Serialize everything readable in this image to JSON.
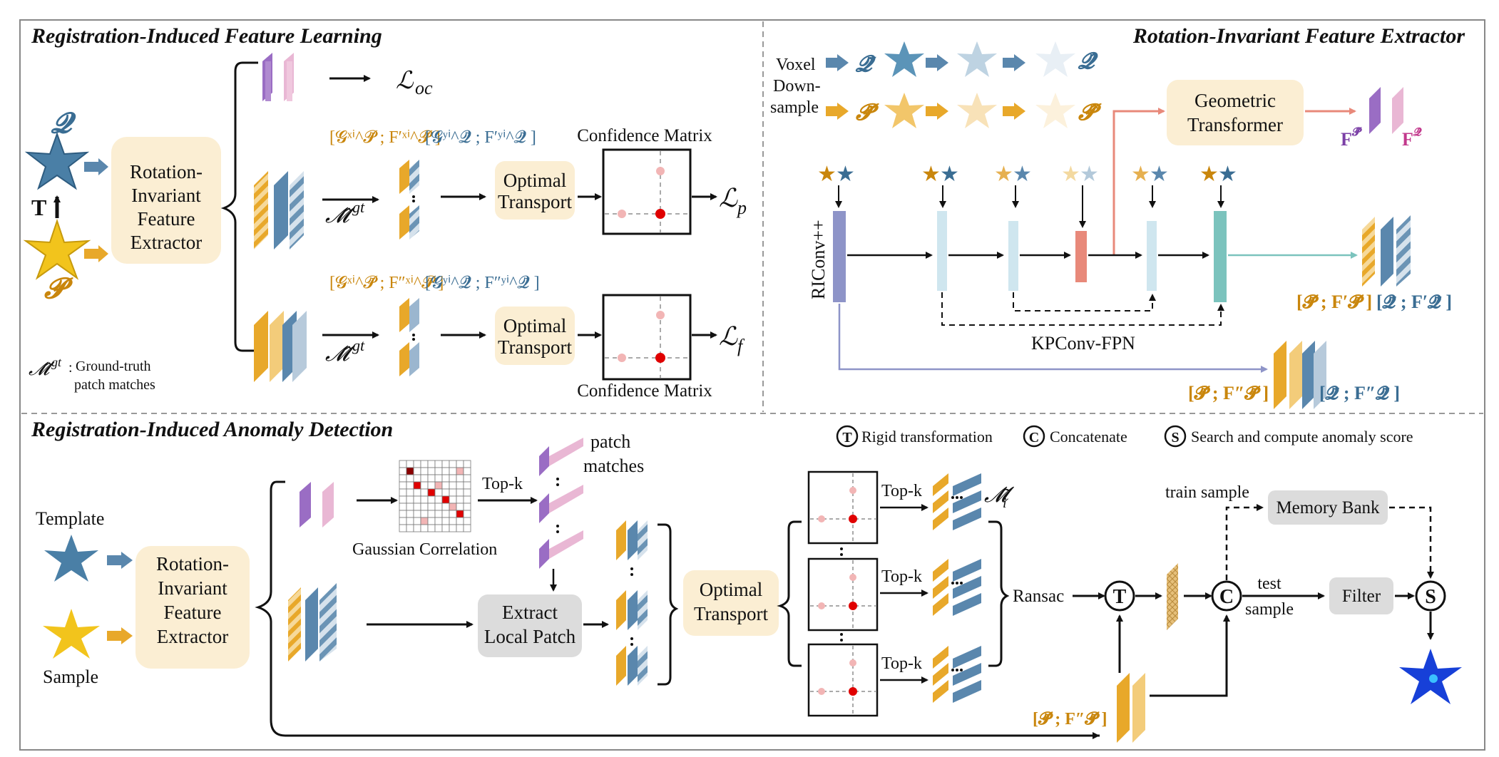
{
  "sections": {
    "top_left": "Registration-Induced  Feature Learning",
    "top_right": "Rotation-Invariant Feature Extractor",
    "bottom": "Registration-Induced  Anomaly Detection"
  },
  "feature_learning": {
    "rife_box": "Rotation-\nInvariant\nFeature\nExtractor",
    "Q": "𝓠",
    "P": "𝓟",
    "T": "T",
    "loss_oc": "ℒ",
    "loss_oc_sub": "oc",
    "loss_p": "ℒ",
    "loss_p_sub": "p",
    "loss_f": "ℒ",
    "loss_f_sub": "f",
    "mgt": "𝓜̂",
    "mgt_sup": "gt",
    "ot_box": "Optimal\nTransport",
    "confidence_matrix": "Confidence Matrix",
    "feat_row1_left": "[𝓖",
    "feat_row1_left_full": "[𝓖ˣⁱ^𝓟̃ ; F′ˣⁱ^𝓟̃ ]",
    "feat_row1_right_full": "[𝓖ʸⁱ^𝓠̃ ; F′ʸⁱ^𝓠̃ ]",
    "feat_row2_left_full": "[𝓖ˣⁱ^𝓟̃ ; F″ˣⁱ^𝓟̃ ]",
    "feat_row2_right_full": "[𝓖ʸⁱ^𝓠̃ ; F″ʸⁱ^𝓠̃ ]",
    "legend_mgt_label": "Ground-truth",
    "legend_mgt_label2": "patch matches"
  },
  "extractor": {
    "voxel_label": "Voxel",
    "down_label": "Down-",
    "sample_label": "sample",
    "Q_tilde": "𝓠̃",
    "Q_hat": "𝓠̂",
    "P_tilde": "𝓟̃",
    "P_hat": "𝓟̂",
    "geo_box": "Geometric\nTransformer",
    "F_P": "F",
    "F_P_sup": "𝓟̂",
    "F_Q": "F",
    "F_Q_sup": "𝓠̂",
    "riconv": "RIConv++",
    "kpconv": "KPConv-FPN",
    "out1_left": "[𝓟̃ ; F′𝓟̃ ]",
    "out1_right": "[𝓠̃ ; F′𝓠̃ ]",
    "out2_left": "[𝓟̃ ; F″𝓟̃ ]",
    "out2_right": "[𝓠̃ ; F″𝓠̃ ]"
  },
  "anomaly": {
    "template": "Template",
    "sample": "Sample",
    "rife_box": "Rotation-\nInvariant\nFeature\nExtractor",
    "gaussian": "Gaussian Correlation",
    "topk": "Top-k",
    "patch_matches": "patch\nmatches",
    "extract_box": "Extract\nLocal Patch",
    "ot_box": "Optimal\nTransport",
    "m_tilde": "𝓜̃",
    "m_tilde_sub": "i",
    "ransac": "Ransac",
    "T": "T",
    "C": "C",
    "S": "S",
    "train_sample": "train sample",
    "test_sample": "test\nsample",
    "memory_bank": "Memory Bank",
    "filter": "Filter",
    "bottom_feat": "[𝓟̃ ; F″𝓟̃ ]",
    "legend_T": "Rigid transformation",
    "legend_C": "Concatenate",
    "legend_S": "Search and compute anomaly score"
  },
  "colors": {
    "orange": "#e8a82a",
    "blue": "#5a87ad",
    "purple": "#9a6dc4",
    "pink": "#e9b7d4",
    "cream": "#fbeed3",
    "grey_box": "#dcdcdc",
    "teal": "#7bc3bd",
    "lightblue": "#cfe6ef",
    "salmon": "#e8897a",
    "riconv": "#8e94c8",
    "red": "#e00000"
  }
}
